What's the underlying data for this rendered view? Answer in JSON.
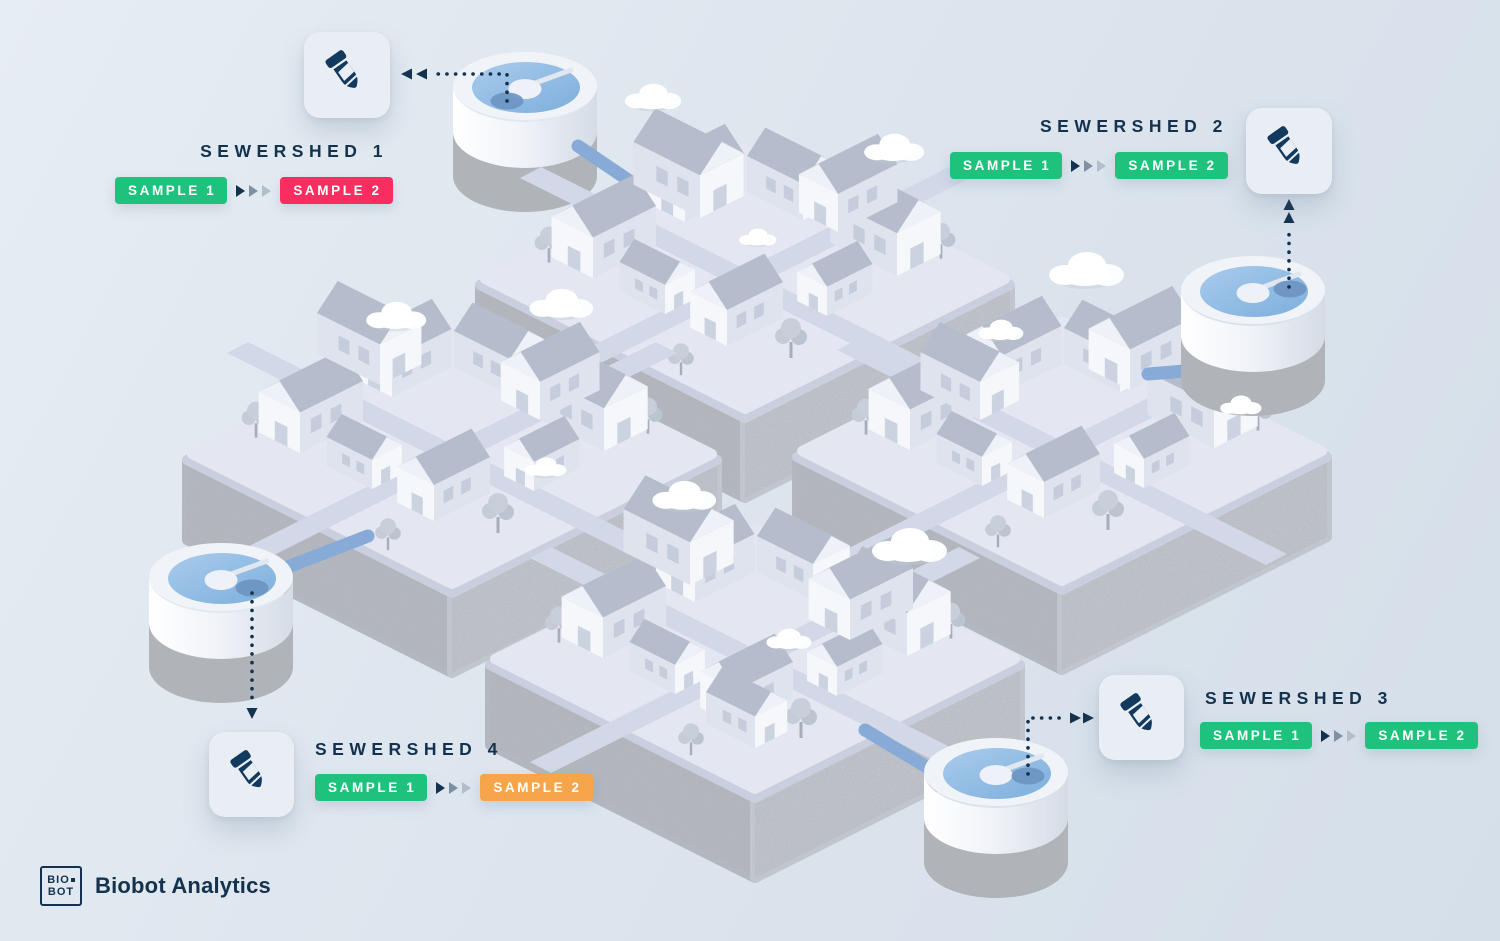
{
  "brand": {
    "mark_top": "BIO",
    "mark_bottom": "BOT",
    "name": "Biobot Analytics"
  },
  "palette": {
    "navy": "#14324E",
    "green": "#1FC27D",
    "pink": "#F92D60",
    "orange": "#F7A54B",
    "water_blue": "#8FB9E4",
    "pipe_blue": "#87ABD6",
    "background": "#DCE4ED"
  },
  "icons": {
    "tube": "microcentrifuge-tube-icon",
    "flow": "triple-chevron-arrow-icon",
    "sampling": "dotted-arrow-icon",
    "logo": "biobot-square-mark"
  },
  "sewersheds": [
    {
      "title": "SEWERSHED 1",
      "samples": [
        {
          "label": "SAMPLE 1",
          "color": "#1FC27D"
        },
        {
          "label": "SAMPLE 2",
          "color": "#F92D60"
        }
      ]
    },
    {
      "title": "SEWERSHED 2",
      "samples": [
        {
          "label": "SAMPLE 1",
          "color": "#1FC27D"
        },
        {
          "label": "SAMPLE 2",
          "color": "#1FC27D"
        }
      ]
    },
    {
      "title": "SEWERSHED 3",
      "samples": [
        {
          "label": "SAMPLE 1",
          "color": "#1FC27D"
        },
        {
          "label": "SAMPLE 2",
          "color": "#1FC27D"
        }
      ]
    },
    {
      "title": "SEWERSHED 4",
      "samples": [
        {
          "label": "SAMPLE 1",
          "color": "#1FC27D"
        },
        {
          "label": "SAMPLE 2",
          "color": "#F7A54B"
        }
      ]
    }
  ]
}
